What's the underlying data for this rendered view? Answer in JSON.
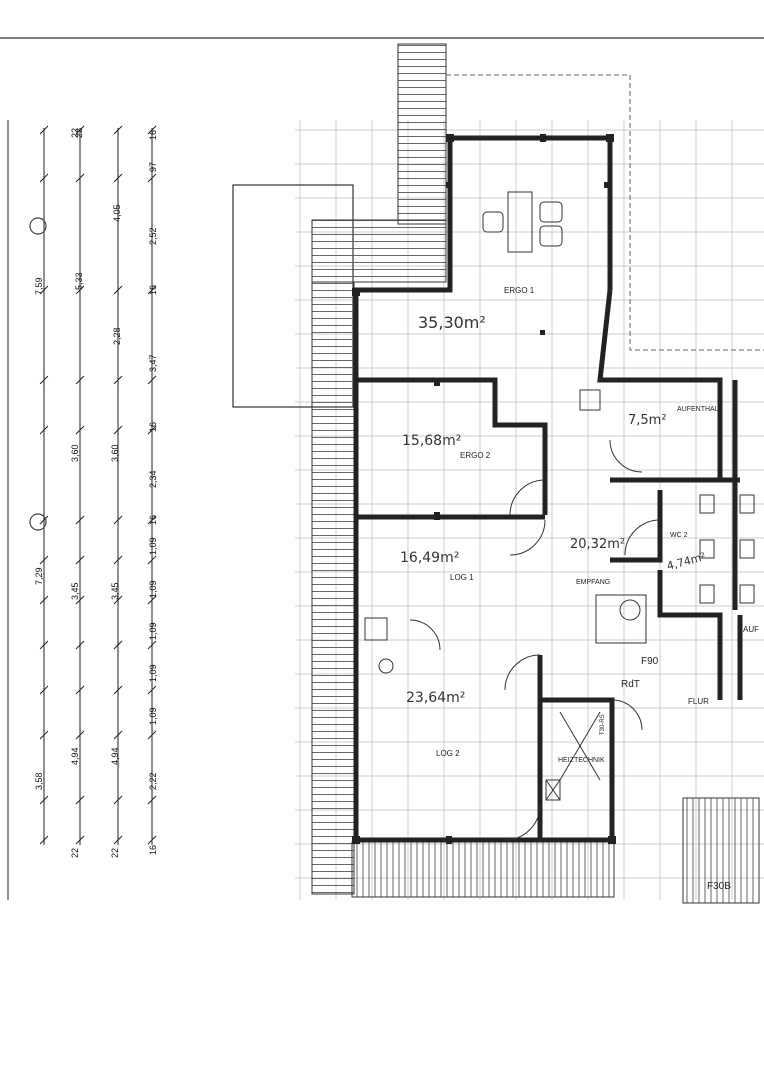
{
  "plan": {
    "rooms": [
      {
        "name": "ERGO 1",
        "area": "35,30m²"
      },
      {
        "name": "ERGO 2",
        "area": "15,68m²"
      },
      {
        "name": "LOG 1",
        "area": "16,49m²"
      },
      {
        "name": "LOG 2",
        "area": "23,64m²"
      },
      {
        "name": "AUFENTHALT",
        "area": "7,5m²"
      },
      {
        "name": "EMPFANG",
        "area": "20,32m²"
      },
      {
        "name": "WC 2",
        "area": "4,74m²"
      },
      {
        "name": "HEIZTECHNIK",
        "area": ""
      },
      {
        "name": "FLUR",
        "area": ""
      }
    ],
    "marks": {
      "fire_door": "F90",
      "rdt": "RdT",
      "fire_door_b": "F30B",
      "aux": "AUF",
      "stair_note": "T30-RS"
    },
    "dimensions": {
      "chain_1": [
        "7,59",
        "7,29",
        "3,58"
      ],
      "chain_2": [
        "22",
        "3,60",
        "3,45",
        "4,94",
        "22"
      ],
      "chain_3": [
        "22",
        "5,33",
        "3,60",
        "3,45",
        "4,94",
        "22"
      ],
      "chain_4": [
        "16",
        "97",
        "2,52",
        "4,05",
        "16",
        "2,28",
        "3,47",
        "16",
        "2,34",
        "16",
        "1,09",
        "1,09",
        "1,09",
        "1,09",
        "1,09",
        "2,22",
        "16"
      ]
    }
  }
}
